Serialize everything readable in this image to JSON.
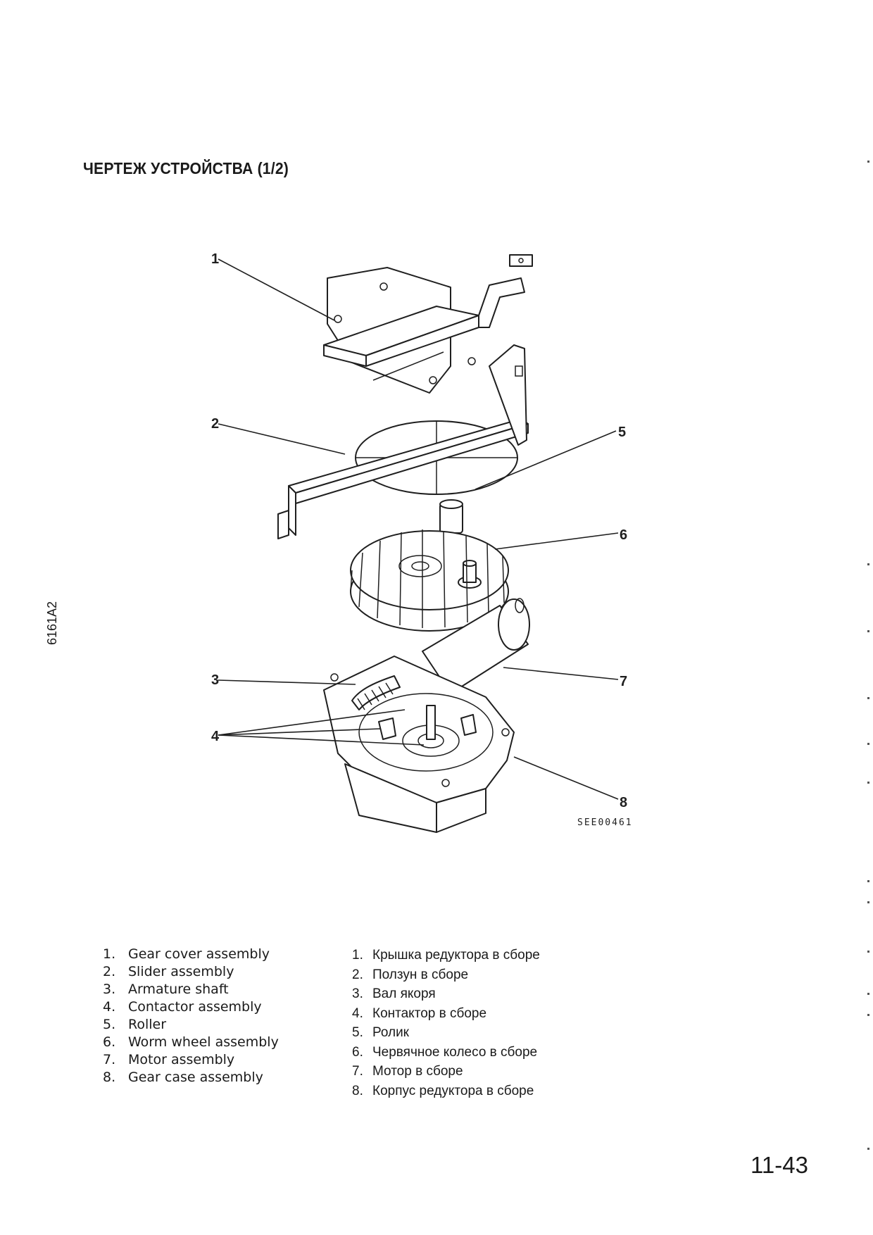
{
  "document": {
    "title": "ЧЕРТЕЖ УСТРОЙСТВА (1/2)",
    "side_code": "6161A2",
    "page_number": "11-43"
  },
  "figure": {
    "code": "SEE00461",
    "callouts": [
      "1",
      "2",
      "3",
      "4",
      "5",
      "6",
      "7",
      "8"
    ]
  },
  "legend_en": [
    {
      "num": "1.",
      "label": "Gear cover assembly"
    },
    {
      "num": "2.",
      "label": "Slider assembly"
    },
    {
      "num": "3.",
      "label": "Armature shaft"
    },
    {
      "num": "4.",
      "label": "Contactor assembly"
    },
    {
      "num": "5.",
      "label": "Roller"
    },
    {
      "num": "6.",
      "label": "Worm wheel assembly"
    },
    {
      "num": "7.",
      "label": "Motor assembly"
    },
    {
      "num": "8.",
      "label": "Gear case assembly"
    }
  ],
  "legend_ru": [
    {
      "num": "1.",
      "label": "Крышка редуктора в сборе"
    },
    {
      "num": "2.",
      "label": "Ползун в сборе"
    },
    {
      "num": "3.",
      "label": "Вал якоря"
    },
    {
      "num": "4.",
      "label": "Контактор в сборе"
    },
    {
      "num": "5.",
      "label": "Ролик"
    },
    {
      "num": "6.",
      "label": "Червячное колесо в сборе"
    },
    {
      "num": "7.",
      "label": "Мотор в сборе"
    },
    {
      "num": "8.",
      "label": "Корпус редуктора в сборе"
    }
  ]
}
